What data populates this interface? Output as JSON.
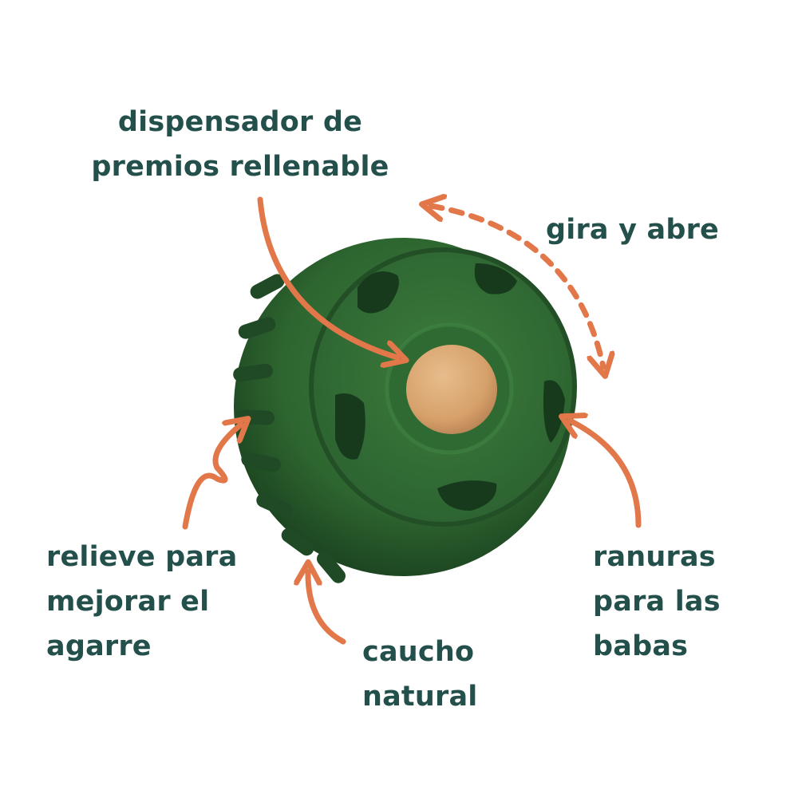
{
  "colors": {
    "text": "#24504c",
    "arrow": "#e2774a",
    "ball": "#2e6630",
    "ball_dark": "#1f4a24",
    "treat": "#d9a674",
    "background": "#ffffff"
  },
  "labels": {
    "dispenser": [
      "dispensador de",
      "premios rellenable"
    ],
    "twist": [
      "gira y abre"
    ],
    "grip": [
      "relieve para",
      "mejorar el",
      "agarre"
    ],
    "rubber": [
      "caucho",
      "natural"
    ],
    "grooves": [
      "ranuras",
      "para las",
      "babas"
    ]
  }
}
